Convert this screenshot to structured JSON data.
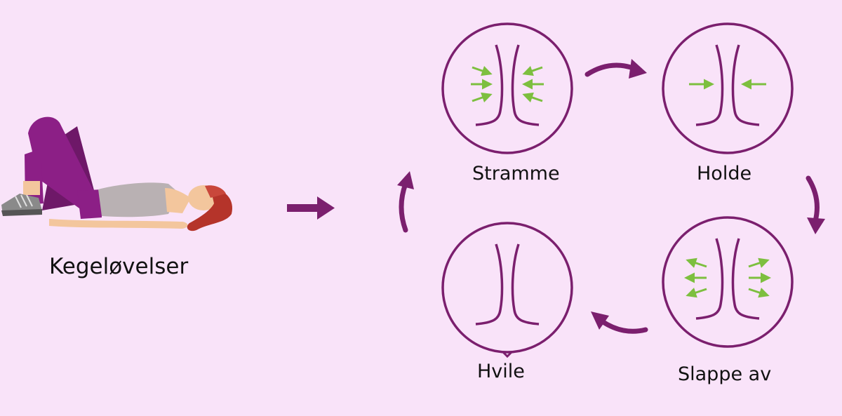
{
  "labels": {
    "main": "Kegeløvelser",
    "stramme": "Stramme",
    "holde": "Holde",
    "slappe": "Slappe av",
    "hvile": "Hvile"
  },
  "colors": {
    "background": "#f9e3f9",
    "accent": "#7b1f6e",
    "arrows_green": "#7dbf3f",
    "skin": "#f3c69d",
    "hair": "#b5342a",
    "legs": "#8c1f86",
    "shirt": "#b9b1b3",
    "shoe": "#8a8a8a"
  },
  "icons": [
    "woman-lying-icon",
    "right-arrow-icon",
    "pelvic-muscle-icon",
    "green-arrow-icon",
    "curved-arrow-icon"
  ]
}
